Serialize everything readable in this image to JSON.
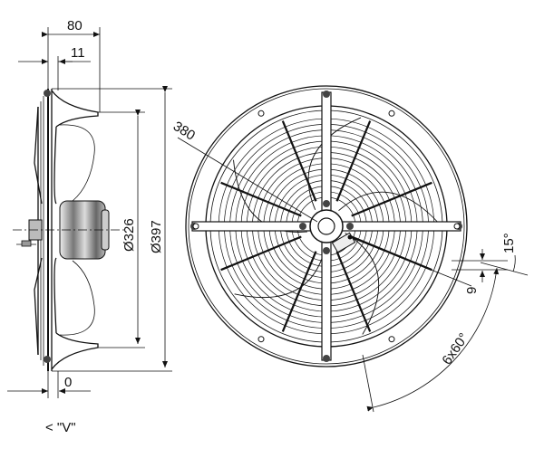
{
  "dimensions": {
    "depth": "80",
    "offset": "11",
    "zero": "0",
    "inner_diameter": "Ø326",
    "outer_diameter": "Ø397",
    "bolt_circle": "380",
    "angle": "15°",
    "hole_size": "9",
    "hole_pattern": "6x60°"
  },
  "note": "< \"V\"",
  "colors": {
    "line": "#111111",
    "motor_dark": "#6a6a6a",
    "motor_light": "#d8d8d8"
  }
}
